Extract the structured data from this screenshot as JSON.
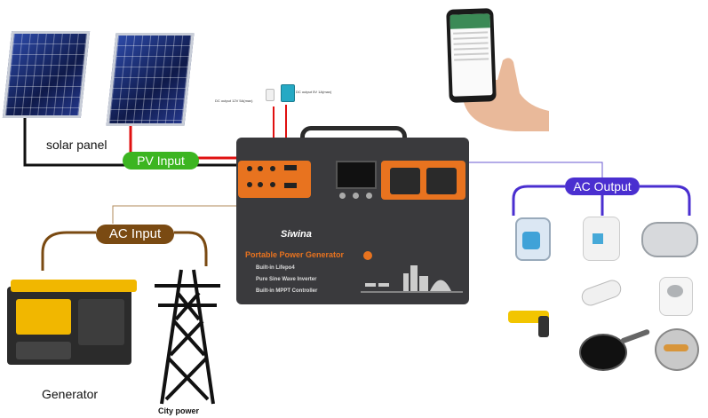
{
  "labels": {
    "solar_panel": "solar panel",
    "pv_input": "PV Input",
    "ac_input": "AC Input",
    "ac_output": "AC Output",
    "generator": "Generator",
    "city_power": "City power",
    "dc_output_12v": "DC output 12V 5A(max)",
    "dc_output_5v": "DC output 5V 1A(max)"
  },
  "device": {
    "brand": "Siwina",
    "title": "Portable Power Generator",
    "features": [
      "Built-in Lifepo4",
      "Pure Sine Wave Inverter",
      "Built-in MPPT Controller"
    ]
  },
  "colors": {
    "pv_green": "#3cb521",
    "ac_input_brown": "#7a4a12",
    "ac_output_purple": "#4a2fd0",
    "device_body": "#3a3a3d",
    "device_accent": "#e8731f"
  },
  "appliances": [
    "juicer-icon",
    "refrigerator-icon",
    "rice-cooker-icon",
    "drill-icon",
    "mixer-icon",
    "meat-grinder-icon",
    "frying-pan-icon",
    "waffle-maker-icon"
  ]
}
